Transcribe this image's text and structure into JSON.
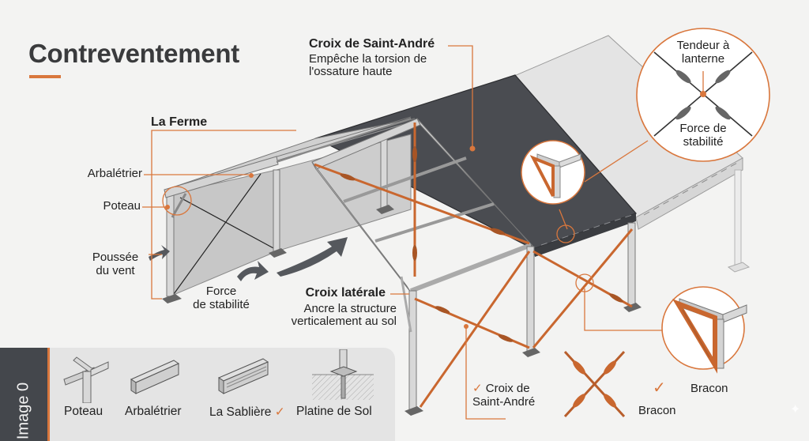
{
  "title": "Contreventement",
  "colors": {
    "accent": "#d9773d",
    "roof_dark": "#4a4c51",
    "roof_light": "#e2e2e2",
    "wall": "#c9c9c9",
    "steel": "#bdbdbd",
    "background": "#f3f3f2",
    "legend_tab": "#44474c"
  },
  "callouts": {
    "croix_saint_andre_top": {
      "heading": "Croix de Saint-André",
      "line1": "Empêche la torsion de",
      "line2": "l'ossature haute"
    },
    "la_ferme": {
      "heading": "La Ferme"
    },
    "arbaletrier": {
      "label": "Arbalétrier"
    },
    "poteau": {
      "label": "Poteau"
    },
    "poussee_vent": {
      "line1": "Poussée",
      "line2": "du vent"
    },
    "force_stabilite": {
      "line1": "Force",
      "line2": "de stabilité"
    },
    "croix_laterale": {
      "heading": "Croix latérale",
      "line1": "Ancre la structure",
      "line2": "verticalement au sol"
    },
    "tendeur_circle": {
      "top_line1": "Tendeur à",
      "top_line2": "lanterne",
      "bottom_line1": "Force de",
      "bottom_line2": "stabilité"
    },
    "croix_saint_andre_bottom": {
      "check": "✓",
      "line1": "Croix de",
      "line2": "Saint-André"
    },
    "bracon_check": {
      "check": "✓",
      "label": "Bracon"
    },
    "bracon_circle": {
      "label": "Bracon"
    }
  },
  "legend": {
    "tab_label": "Image 0",
    "items": [
      {
        "label": "Poteau",
        "icon": "poteau-joint-icon"
      },
      {
        "label": "Arbalétrier",
        "icon": "box-beam-icon"
      },
      {
        "label": "La Sablière",
        "icon": "c-channel-icon",
        "check": "✓"
      },
      {
        "label": "Platine de Sol",
        "icon": "base-plate-icon"
      }
    ]
  },
  "watermark": "✦"
}
